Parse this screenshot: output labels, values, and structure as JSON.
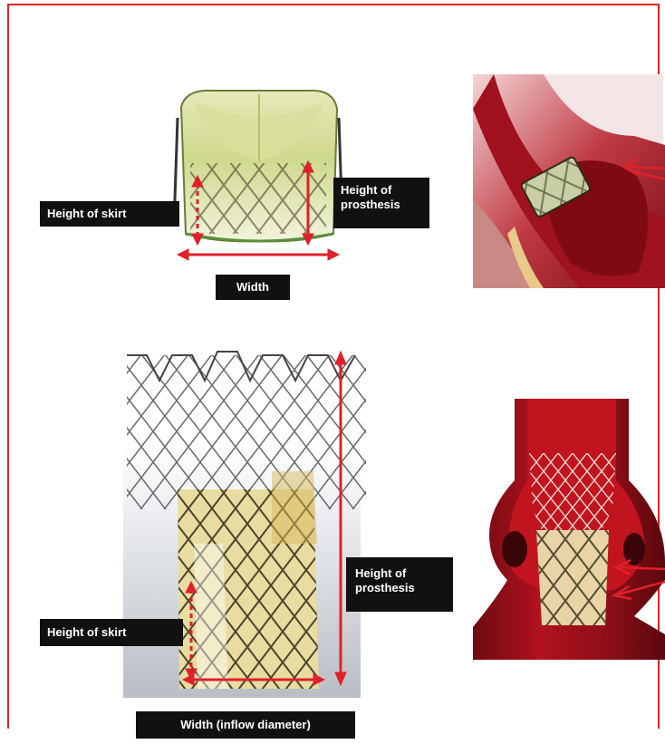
{
  "labels": {
    "top_height_of_skirt": "Height of skirt",
    "top_height_of_prosthesis": "Height of\nprosthesis",
    "top_width": "Width",
    "bottom_height_of_prosthesis": "Height of\nprosthesis",
    "bottom_height_of_skirt": "Height of skirt",
    "bottom_width": "Width (inflow diameter)"
  },
  "colors": {
    "frame": "#d9262b",
    "arrow": "#e0202a",
    "label_bg": "#111111",
    "tissue_dark": "#8b0f18",
    "tissue_mid": "#b5121f",
    "tissue_light": "#e7a7a3"
  }
}
